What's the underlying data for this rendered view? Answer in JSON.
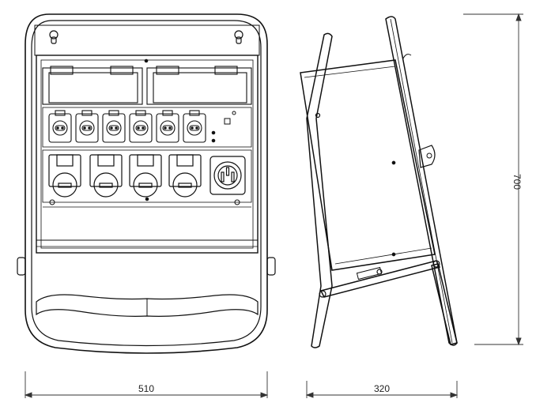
{
  "dimensions": {
    "front_width": "510",
    "side_depth": "320",
    "height": "700"
  },
  "views": {
    "front": {
      "small_sockets": 6,
      "large_sockets": 5
    },
    "side": {}
  },
  "colors": {
    "line": "#111111",
    "dim_line": "#333333",
    "background": "#ffffff"
  }
}
